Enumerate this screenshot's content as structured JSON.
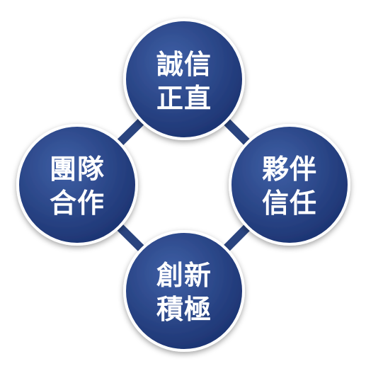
{
  "colors": {
    "node_light": "#3b5a9e",
    "node_dark": "#1b3270",
    "connector": "#2a447f",
    "text": "#ffffff"
  },
  "nodes": {
    "top": {
      "line1": "誠信",
      "line2": "正直"
    },
    "right": {
      "line1": "夥伴",
      "line2": "信任"
    },
    "bottom": {
      "line1": "創新",
      "line2": "積極"
    },
    "left": {
      "line1": "團隊",
      "line2": "合作"
    }
  }
}
